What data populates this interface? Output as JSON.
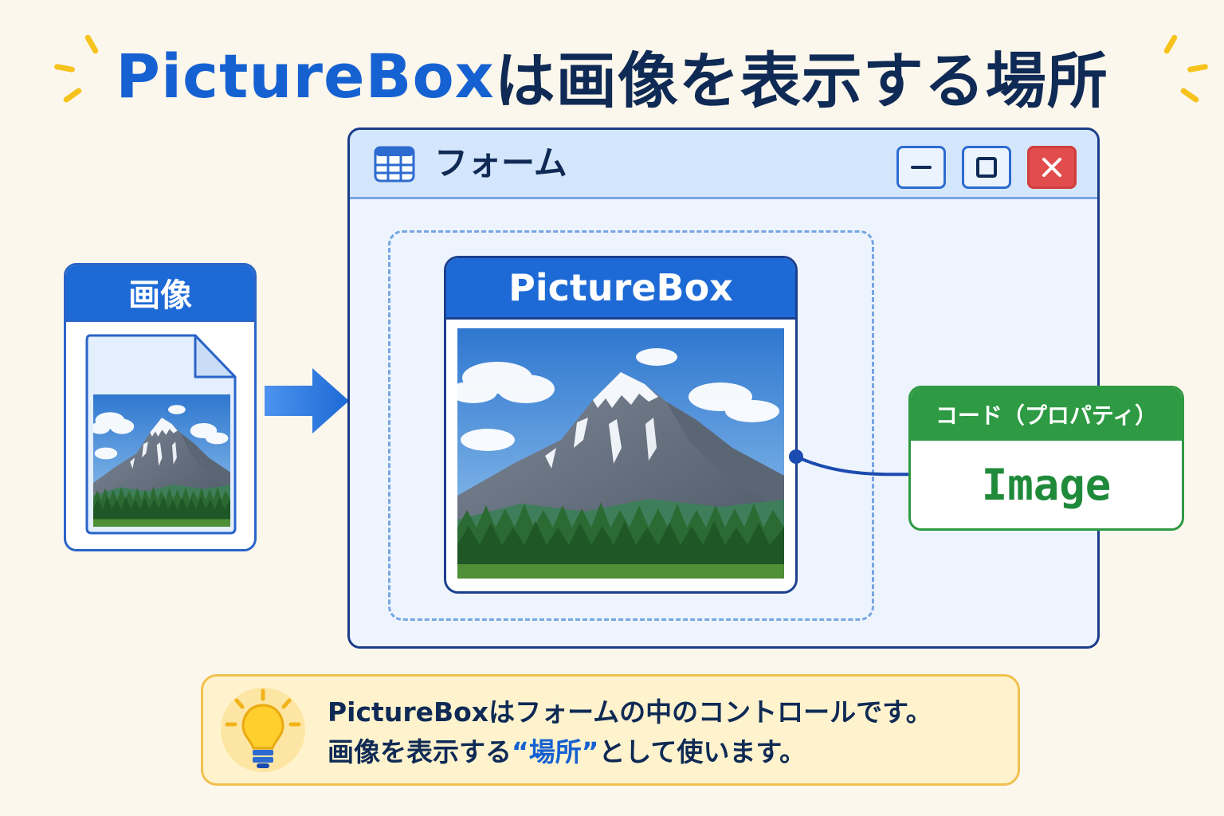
{
  "headline": {
    "accent": "PictureBox",
    "rest": "は画像を表示する場所"
  },
  "image_card": {
    "title": "画像"
  },
  "window": {
    "title": "フォーム",
    "buttons": {
      "minimize": "minimize-icon",
      "maximize": "maximize-icon",
      "close": "close-icon"
    }
  },
  "picturebox": {
    "title": "PictureBox"
  },
  "code_box": {
    "title": "コード（プロパティ）",
    "value": "Image"
  },
  "note": {
    "line1": "PictureBoxはフォームの中のコントロールです。",
    "line2_before": "画像を表示する",
    "line2_highlight": "“場所”",
    "line2_after": "として使います。"
  },
  "colors": {
    "primary_blue": "#1d6ad6",
    "navy": "#0f2a55",
    "green": "#2e9a43",
    "close_red": "#e14c4c",
    "note_bg": "#fff3cd"
  }
}
